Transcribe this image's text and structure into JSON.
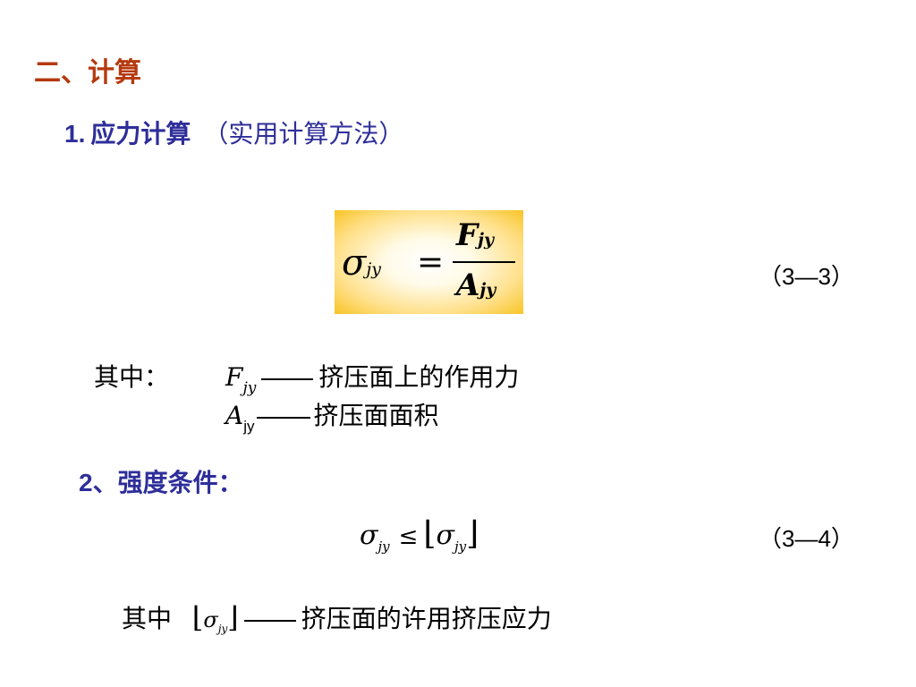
{
  "section": {
    "title": "二、计算"
  },
  "item1": {
    "number": "1.",
    "title": "应力计算",
    "note": "（实用计算方法）"
  },
  "formula1": {
    "lhs_symbol": "σ",
    "lhs_sub": "jy",
    "equals": "=",
    "num_symbol": "F",
    "num_sub": "jy",
    "den_symbol": "A",
    "den_sub": "jy",
    "number": "（3—3）",
    "box_color_center": "#ffffff",
    "box_color_edge": "#f8c426"
  },
  "definitions": {
    "lead": "其中：",
    "items": [
      {
        "symbol": "F",
        "sub": "jy",
        "text": "挤压面上的作用力"
      },
      {
        "symbol": "A",
        "sub": "jy",
        "text": "挤压面面积"
      }
    ]
  },
  "item2": {
    "number": "2",
    "title": "、强度条件："
  },
  "condition": {
    "lhs_symbol": "σ",
    "lhs_sub": "jy",
    "relation": "≤",
    "left_bracket": "⌊",
    "right_bracket": "⌋",
    "rhs_symbol": "σ",
    "rhs_sub": "jy",
    "number": "（3—4）"
  },
  "where2": {
    "lead": "其中",
    "left_bracket": "⌊",
    "right_bracket": "⌋",
    "symbol": "σ",
    "sub": "jy",
    "text": "挤压面的许用挤压应力"
  },
  "colors": {
    "heading": "#b5390e",
    "subheading": "#2e2e9a"
  }
}
